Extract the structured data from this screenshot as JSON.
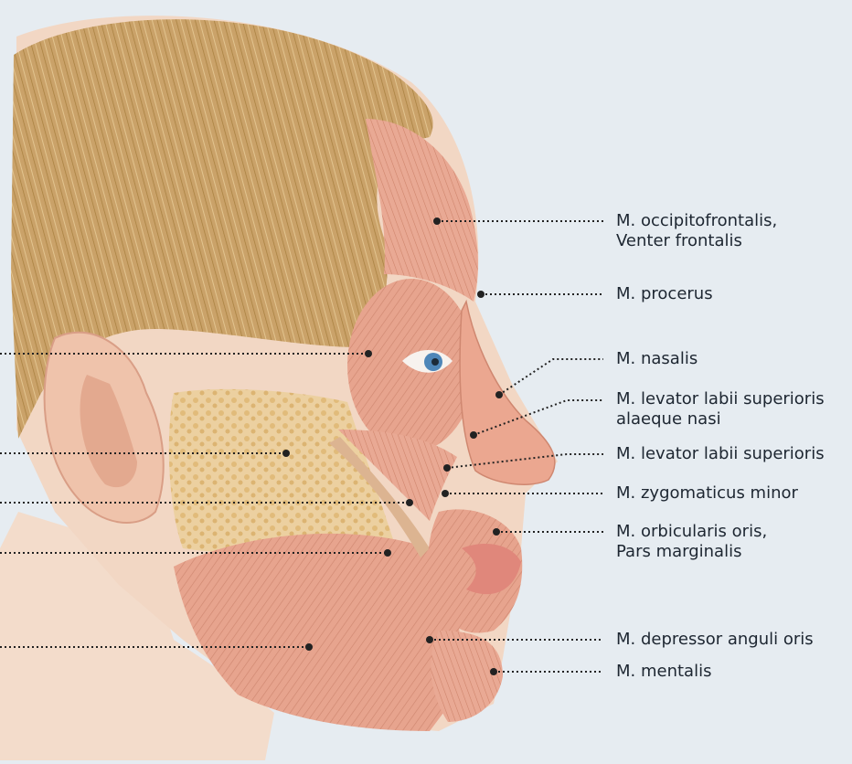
{
  "labels": [
    {
      "id": "occipitofrontalis",
      "lines": [
        "M. occipitofrontalis,",
        "Venter frontalis"
      ]
    },
    {
      "id": "procerus",
      "lines": [
        "M. procerus"
      ]
    },
    {
      "id": "nasalis",
      "lines": [
        "M. nasalis"
      ]
    },
    {
      "id": "levator-alaeque",
      "lines": [
        "M. levator labii superioris",
        "alaeque nasi"
      ]
    },
    {
      "id": "levator-labii",
      "lines": [
        "M. levator labii superioris"
      ]
    },
    {
      "id": "zygomaticus-minor",
      "lines": [
        "M. zygomaticus minor"
      ]
    },
    {
      "id": "orbicularis-oris",
      "lines": [
        "M. orbicularis oris,",
        "Pars marginalis"
      ]
    },
    {
      "id": "depressor-anguli",
      "lines": [
        "M. depressor anguli oris"
      ]
    },
    {
      "id": "mentalis",
      "lines": [
        "M. mentalis"
      ]
    }
  ],
  "colors": {
    "background": "#e6ecf1",
    "muscle": "#e7a48e",
    "muscle_line": "#c9795f",
    "hair": "#c9a064",
    "skin": "#f1d5c2",
    "fat": "#e9c98e",
    "leader": "#222222"
  }
}
